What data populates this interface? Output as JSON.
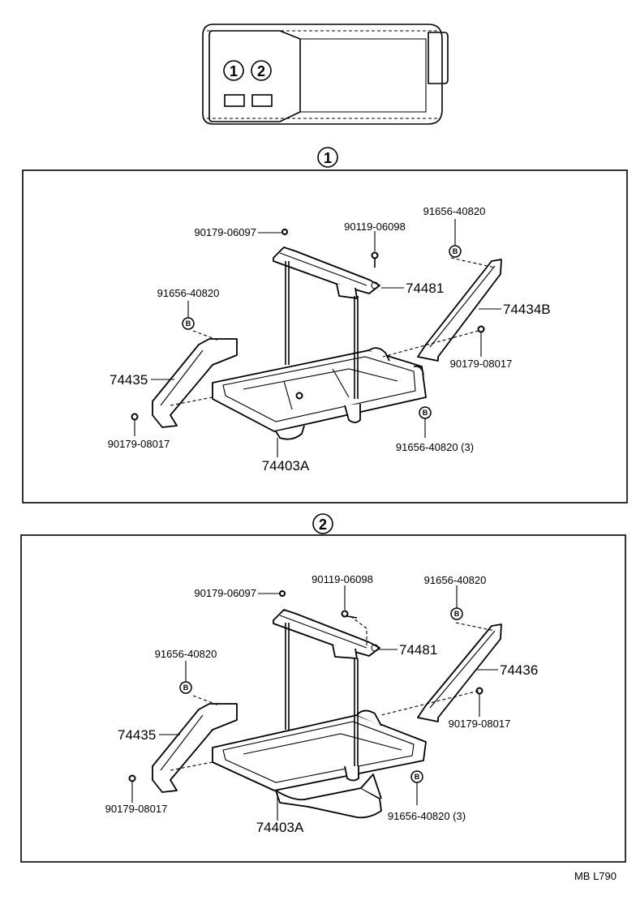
{
  "key_view": {
    "marker_1": "1",
    "marker_2": "2"
  },
  "section_1": {
    "marker": "1",
    "labels": {
      "p90179_06097": "90179-06097",
      "p90119_06098": "90119-06098",
      "p91656_top": "91656-40820",
      "p74481": "74481",
      "p74434b": "74434B",
      "p91656_left": "91656-40820",
      "p74435": "74435",
      "p90179_right": "90179-08017",
      "p90179_left": "90179-08017",
      "p91656_bottom": "91656-40820 (3)",
      "p74403a": "74403A"
    },
    "bolt_letter": "B"
  },
  "section_2": {
    "marker": "2",
    "labels": {
      "p90179_06097": "90179-06097",
      "p90119_06098": "90119-06098",
      "p91656_top": "91656-40820",
      "p74481": "74481",
      "p74436": "74436",
      "p91656_left": "91656-40820",
      "p74435": "74435",
      "p90179_right": "90179-08017",
      "p90179_left": "90179-08017",
      "p91656_bottom": "91656-40820 (3)",
      "p74403a": "74403A"
    },
    "bolt_letter": "B"
  },
  "footer": {
    "code": "MB  L790"
  }
}
